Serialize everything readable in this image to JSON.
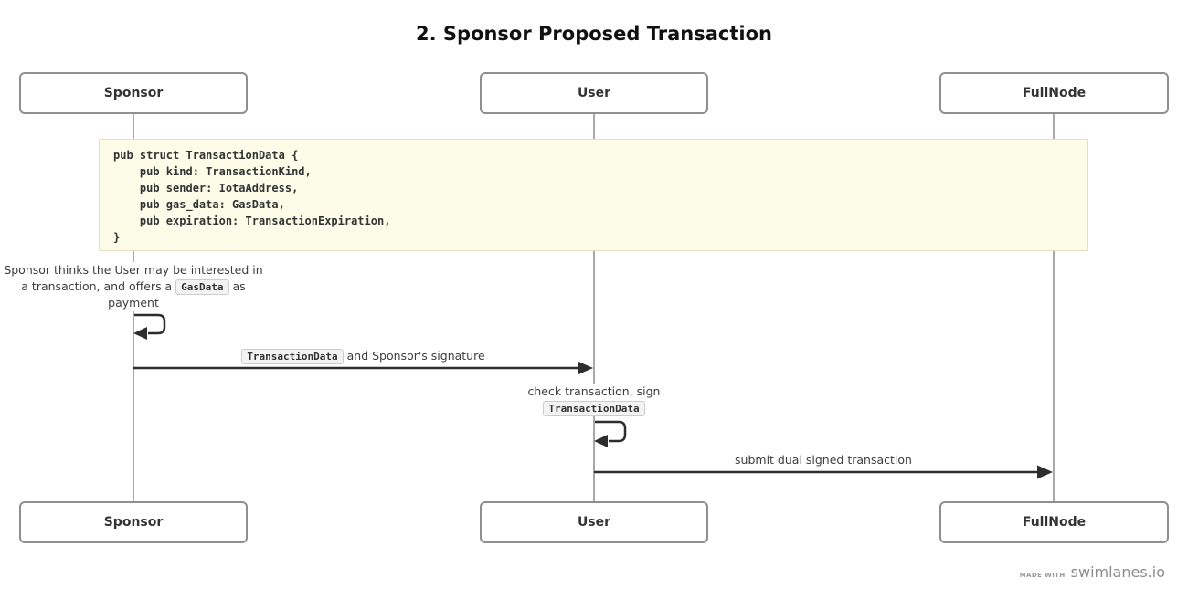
{
  "diagram": {
    "title": "2. Sponsor Proposed Transaction"
  },
  "actors": [
    {
      "label": "Sponsor"
    },
    {
      "label": "User"
    },
    {
      "label": "FullNode"
    }
  ],
  "code_note": {
    "text": "pub struct TransactionData {\n    pub kind: TransactionKind,\n    pub sender: IotaAddress,\n    pub gas_data: GasData,\n    pub expiration: TransactionExpiration,\n}"
  },
  "notes": {
    "sponsor": {
      "before": "Sponsor thinks the User may be interested in a transaction, and offers a ",
      "code": "GasData",
      "after": " as payment"
    },
    "user": {
      "line1": "check transaction, sign",
      "code": "TransactionData"
    }
  },
  "messages": [
    {
      "from": "Sponsor",
      "to": "User",
      "label_code": "TransactionData",
      "label_text": " and Sponsor's signature"
    },
    {
      "from": "User",
      "to": "FullNode",
      "label_text": "submit dual signed transaction"
    }
  ],
  "footer": {
    "made_with": "MADE WITH",
    "brand": "swimlanes.io"
  },
  "colors": {
    "note_bg": "#fdfce9",
    "note_border": "#e3e0c6",
    "badge_bg": "#f3f3f3",
    "badge_border": "#cccccc",
    "arrow": "#2d2d2d",
    "lifeline": "#a9a9a9",
    "actor_border": "#8f8f8f"
  }
}
